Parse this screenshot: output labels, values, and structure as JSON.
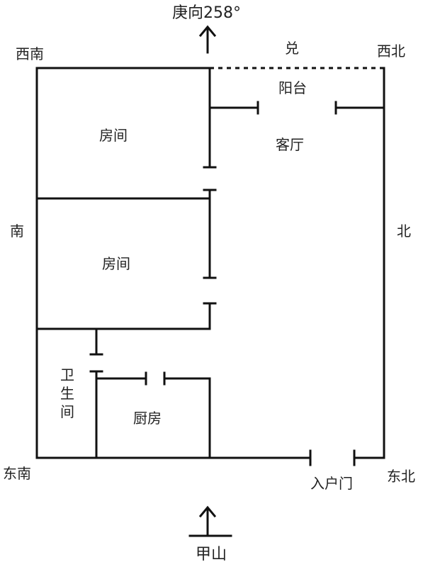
{
  "top_marker": "庚向258°",
  "bottom_marker": "甲山",
  "directions": {
    "southwest": "西南",
    "west": "兑",
    "northwest": "西北",
    "south": "南",
    "north": "北",
    "southeast": "东南",
    "northeast": "东北"
  },
  "rooms": {
    "balcony": "阳台",
    "living_room": "客厅",
    "room_1": "房间",
    "room_2": "房间",
    "bathroom": "卫生间",
    "kitchen": "厨房"
  },
  "entrance": "入户门",
  "colors": {
    "wall": "#111111",
    "text": "#222222"
  }
}
